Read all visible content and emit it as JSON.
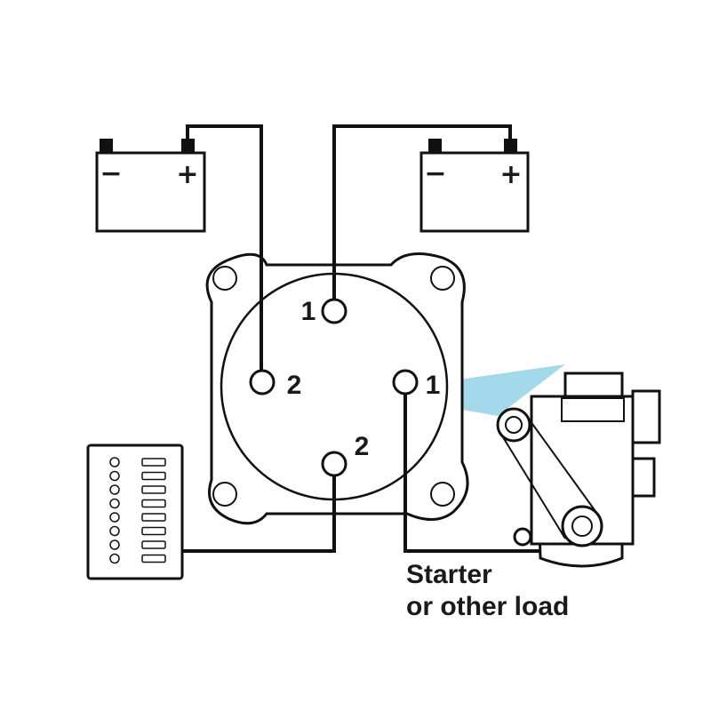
{
  "battery_left": {
    "minus": "−",
    "plus": "+"
  },
  "battery_right": {
    "minus": "−",
    "plus": "+"
  },
  "switch": {
    "terminal_top_label": "1",
    "terminal_left_label": "2",
    "terminal_right_label": "1",
    "terminal_bottom_label": "2"
  },
  "load": {
    "line1": "Starter",
    "line2": "or other load"
  },
  "colors": {
    "line": "#111111",
    "highlight": "#7ec8e3"
  }
}
